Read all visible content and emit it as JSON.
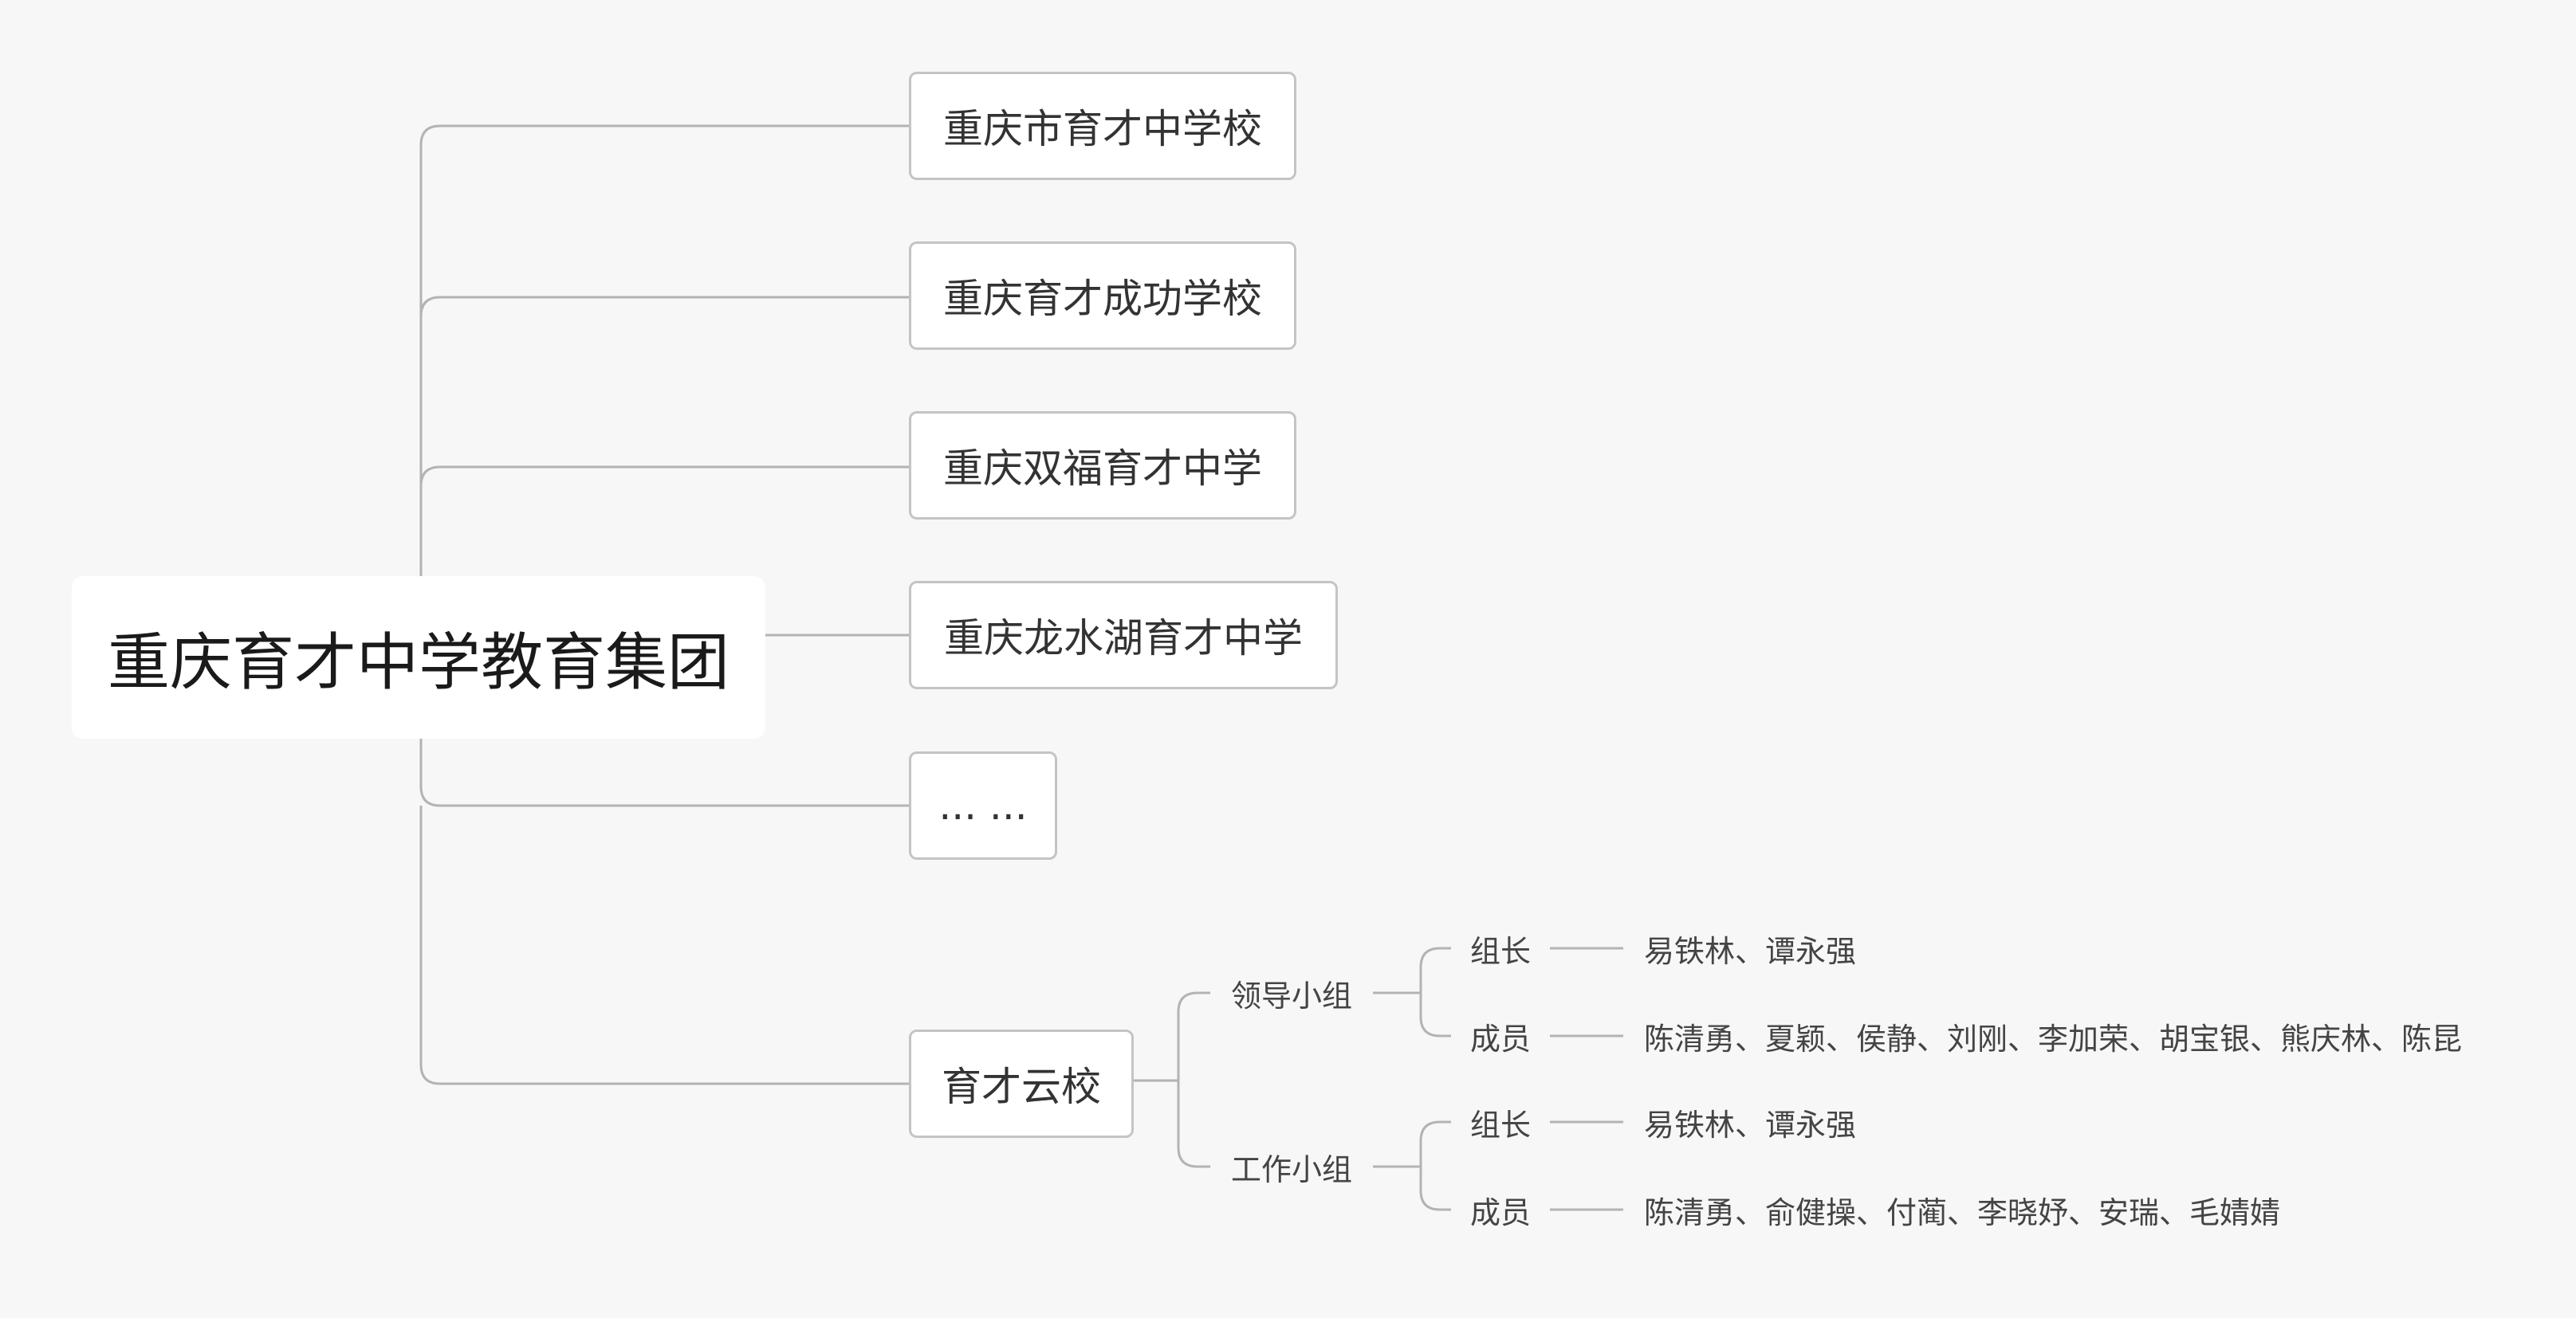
{
  "root": {
    "label": "重庆育才中学教育集团"
  },
  "branches": [
    {
      "label": "重庆市育才中学校"
    },
    {
      "label": "重庆育才成功学校"
    },
    {
      "label": "重庆双福育才中学"
    },
    {
      "label": "重庆龙水湖育才中学"
    },
    {
      "label": "... ..."
    },
    {
      "label": "育才云校",
      "groups": [
        {
          "label": "领导小组",
          "roles": [
            {
              "label": "组长",
              "members": "易铁林、谭永强"
            },
            {
              "label": "成员",
              "members": "陈清勇、夏颖、侯静、刘刚、李加荣、胡宝银、熊庆林、陈昆"
            }
          ]
        },
        {
          "label": "工作小组",
          "roles": [
            {
              "label": "组长",
              "members": "易铁林、谭永强"
            },
            {
              "label": "成员",
              "members": "陈清勇、俞健操、付蔺、李晓妤、安瑞、毛婧婧"
            }
          ]
        }
      ]
    }
  ],
  "colors": {
    "line": "#b3b3b3",
    "border": "#c4c4c4",
    "background": "#f7f7f7"
  }
}
